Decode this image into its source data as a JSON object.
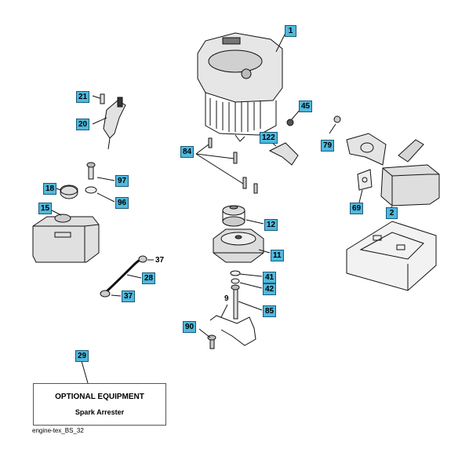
{
  "callouts": {
    "c1": "1",
    "c2": "2",
    "c9": "9",
    "c11": "11",
    "c12": "12",
    "c15": "15",
    "c18": "18",
    "c20": "20",
    "c21": "21",
    "c28": "28",
    "c29": "29",
    "c37a": "37",
    "c37b": "37",
    "c41": "41",
    "c42": "42",
    "c45": "45",
    "c69": "69",
    "c79": "79",
    "c84": "84",
    "c85": "85",
    "c90": "90",
    "c96": "96",
    "c97": "97",
    "c122": "122"
  },
  "optional_box": {
    "title": "OPTIONAL EQUIPMENT",
    "subtitle": "Spark Arrester"
  },
  "footer_ref": "engine-tex_BS_32",
  "colors": {
    "callout_fill": "#4fb9de",
    "line": "#000000"
  }
}
